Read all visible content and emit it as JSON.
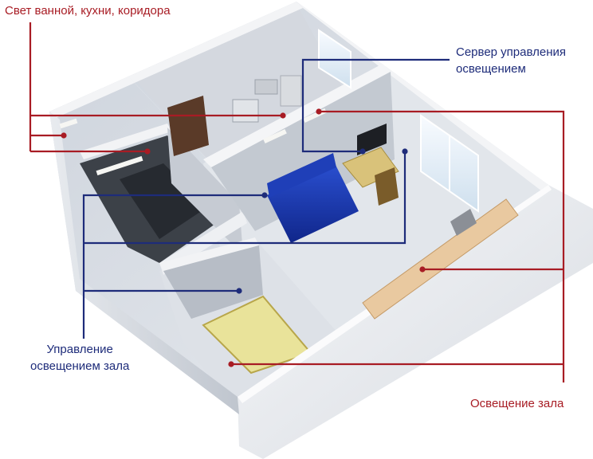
{
  "labels": {
    "bath_kitchen_corridor_light": "Свет ванной, кухни, коридора",
    "server_line1": "Сервер управления",
    "server_line2": "освещением",
    "hall_control_line1": "Управление",
    "hall_control_line2": "освещением зала",
    "hall_light": "Освещение зала"
  },
  "colors": {
    "light_lines": "#a81c24",
    "control_lines": "#1e2c7a",
    "sofa": "#1838a8",
    "floor": "#dfe3e9",
    "wall_top": "#f4f5f7",
    "wall_side": "#c9ced6"
  }
}
